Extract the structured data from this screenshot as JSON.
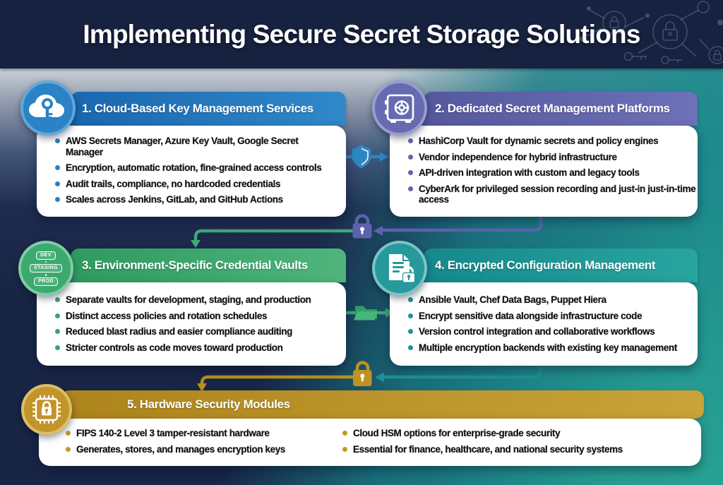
{
  "title": "Implementing Secure Secret Storage Solutions",
  "header_decor_icons": [
    "padlock-icon",
    "key-icon",
    "network-node-icon"
  ],
  "sections": [
    {
      "heading": "1. Cloud-Based Key Management Services",
      "icon": "cloud-key-icon",
      "accent": "#2B82C4",
      "bullets": [
        "AWS Secrets Manager, Azure Key Vault, Google Secret Manager",
        "Encryption, automatic rotation, fine-grained access controls",
        "Audit trails, compliance, no hardcoded credentials",
        "Scales across Jenkins, GitLab, and GitHub Actions"
      ]
    },
    {
      "heading": "2. Dedicated Secret Management Platforms",
      "icon": "safe-vault-icon",
      "accent": "#666AB1",
      "bullets": [
        "HashiCorp Vault for dynamic secrets and policy engines",
        "Vendor independence for hybrid infrastructure",
        "API-driven integration with custom and legacy tools",
        "CyberArk for privileged session recording and just-in just-in-time access"
      ]
    },
    {
      "heading": "3. Environment-Specific Credential Vaults",
      "icon": "environment-pipeline-icon",
      "icon_labels": [
        "DEV",
        "STAGING",
        "PROD"
      ],
      "accent": "#3CA96E",
      "bullets": [
        "Separate vaults for development, staging, and production",
        "Distinct access policies and rotation schedules",
        "Reduced blast radius and easier compliance auditing",
        "Stricter controls as code moves toward production"
      ]
    },
    {
      "heading": "4. Encrypted Configuration Management",
      "icon": "document-lock-icon",
      "accent": "#26999C",
      "bullets": [
        "Ansible Vault, Chef Data Bags, Puppet Hiera",
        "Encrypt sensitive data alongside infrastructure code",
        "Version control integration and collaborative workflows",
        "Multiple encryption backends with existing key management"
      ]
    },
    {
      "heading": "5. Hardware Security Modules",
      "icon": "chip-lock-icon",
      "accent": "#C2952B",
      "bullets_left": [
        "FIPS 140-2 Level 3 tamper-resistant hardware",
        "Generates, stores, and manages encryption keys"
      ],
      "bullets_right": [
        "Cloud HSM options for enterprise-grade security",
        "Essential for finance, healthcare, and national security systems"
      ]
    }
  ],
  "connectors": [
    {
      "from": 1,
      "to": 2,
      "icon": "shield-icon",
      "color": "#2E86C1"
    },
    {
      "from": 2,
      "to": 3,
      "icon": "padlock-icon",
      "color": "#5E62AC"
    },
    {
      "from": 3,
      "to": 4,
      "icon": "open-folder-icon",
      "color": "#3FA876"
    },
    {
      "from": 4,
      "to": 5,
      "icon": "padlock-icon",
      "color": "#C09222"
    }
  ],
  "colors": {
    "header_bg": "#172240",
    "body_navy": "#182545",
    "body_teal": "#1E8D8D",
    "card_bg": "#FFFFFF"
  }
}
